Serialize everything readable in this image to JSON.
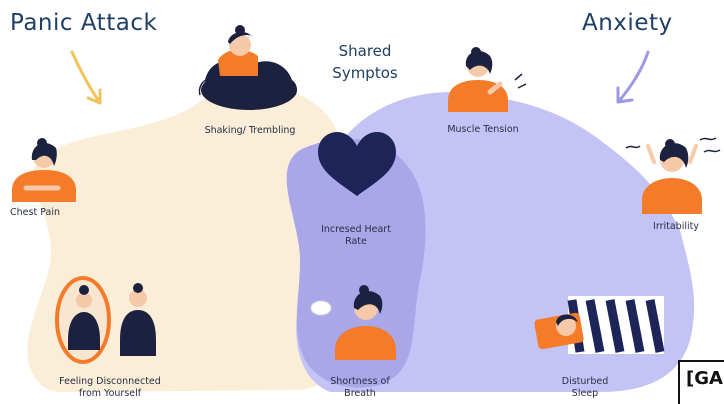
{
  "titles": {
    "panic_attack": "Panic Attack",
    "anxiety": "Anxiety",
    "shared_line1": "Shared",
    "shared_line2": "Symptos"
  },
  "symptoms": {
    "shaking": "Shaking/ Trembling",
    "muscle_tension": "Muscle Tension",
    "chest_pain": "Chest Pain",
    "irritability": "Irritability",
    "heart_rate_line1": "Incresed Heart",
    "heart_rate_line2": "Rate",
    "disconnected_line1": "Feeling Disconnected",
    "disconnected_line2": "from Yourself",
    "breath_line1": "Shortness of",
    "breath_line2": "Breath",
    "sleep_line1": "Disturbed",
    "sleep_line2": "Sleep"
  },
  "corner_tag": "[GA",
  "colors": {
    "panic_region": "#fbeed8",
    "anxiety_region": "#c4c3f6",
    "overlap_region": "#a9a7e8",
    "shirt": "#f47b2a",
    "hair": "#1c2140",
    "heart": "#1c2458",
    "title_text": "#1f3f66"
  },
  "icons": [
    "heart-icon",
    "arrow-icon",
    "person-icon",
    "mirror-icon",
    "bed-icon"
  ]
}
